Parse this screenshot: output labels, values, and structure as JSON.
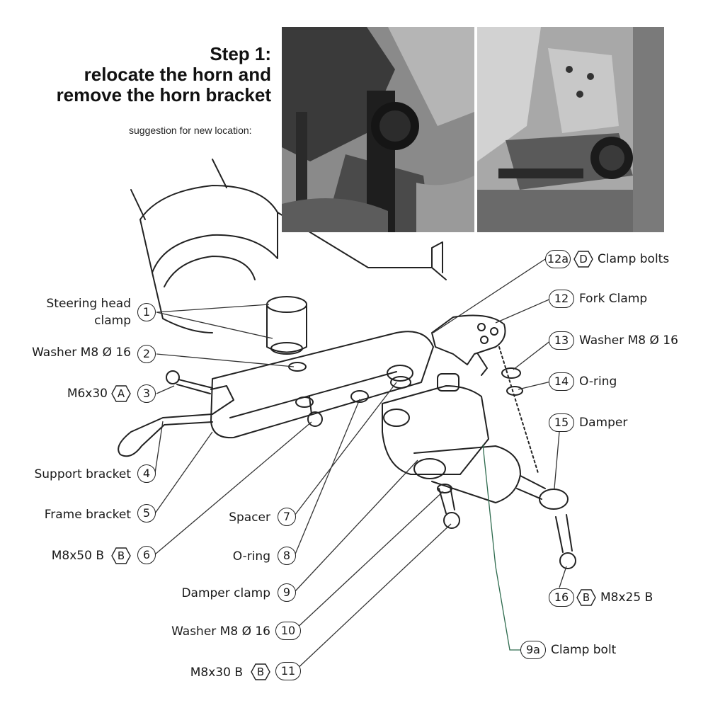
{
  "title": {
    "line1": "Step 1:",
    "line2": "relocate the horn and",
    "line3": "remove the horn bracket"
  },
  "subtitle": "suggestion for new location:",
  "photos": [
    {
      "name": "horn-photo-left"
    },
    {
      "name": "horn-photo-right"
    }
  ],
  "parts": {
    "p1": {
      "num": "1",
      "label_line1": "Steering head",
      "label_line2": "clamp"
    },
    "p2": {
      "num": "2",
      "label": "Washer M8 Ø 16"
    },
    "p3": {
      "num": "3",
      "label": "M6x30",
      "type": "A"
    },
    "p4": {
      "num": "4",
      "label": "Support bracket"
    },
    "p5": {
      "num": "5",
      "label": "Frame bracket"
    },
    "p6": {
      "num": "6",
      "label": "M8x50 B",
      "type": "B"
    },
    "p7": {
      "num": "7",
      "label": "Spacer"
    },
    "p8": {
      "num": "8",
      "label": "O-ring"
    },
    "p9": {
      "num": "9",
      "label": "Damper clamp"
    },
    "p9a": {
      "num": "9a",
      "label": "Clamp bolt"
    },
    "p10": {
      "num": "10",
      "label": "Washer M8 Ø 16"
    },
    "p11": {
      "num": "11",
      "label": "M8x30 B",
      "type": "B"
    },
    "p12": {
      "num": "12",
      "label": "Fork Clamp"
    },
    "p12a": {
      "num": "12a",
      "label": "Clamp bolts",
      "type": "D"
    },
    "p13": {
      "num": "13",
      "label": "Washer M8 Ø 16"
    },
    "p14": {
      "num": "14",
      "label": "O-ring"
    },
    "p15": {
      "num": "15",
      "label": "Damper"
    },
    "p16": {
      "num": "16",
      "label": "M8x25 B",
      "type": "B"
    }
  },
  "colors": {
    "ink": "#1a1a1a",
    "photo_dark": "#2a2a2a",
    "photo_light": "#bdbdbd",
    "leader": "#333333",
    "leader_9a": "#2e6b4e"
  }
}
